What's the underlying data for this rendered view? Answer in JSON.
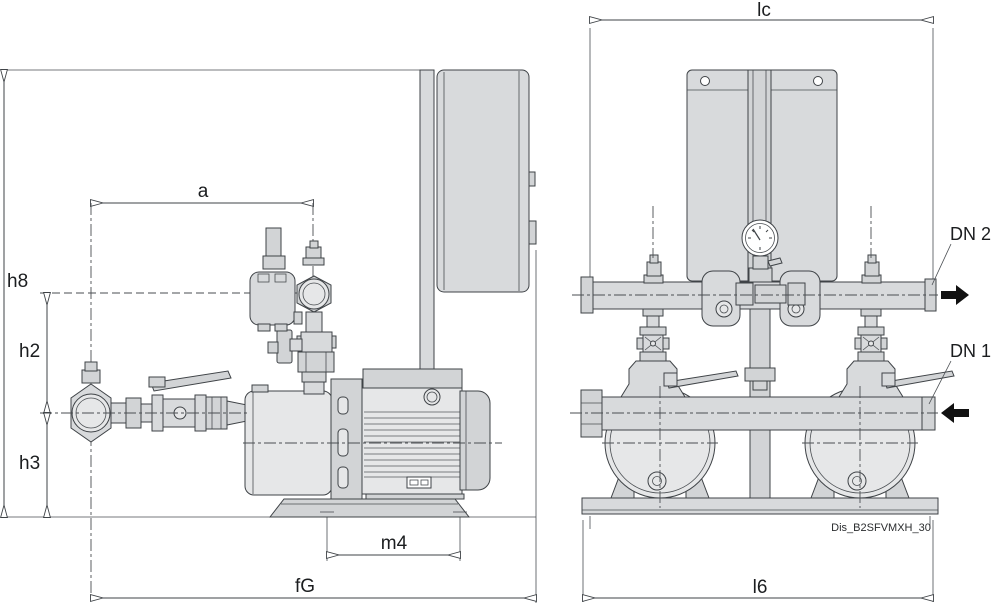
{
  "drawing": {
    "type": "pump-set dimensional drawing, two views",
    "code": "Dis_B2SFVMXH_30",
    "dimensions": {
      "h8": "h8",
      "h2": "h2",
      "h3": "h3",
      "a": "a",
      "m4": "m4",
      "fG": "fG",
      "lc": "lc",
      "l6": "l6"
    },
    "connections": {
      "discharge": "DN 2",
      "suction": "DN 1"
    },
    "colors": {
      "line": "#3f4347",
      "fill_light": "#e6e7e8",
      "fill_mid": "#d2d4d6",
      "arrow_black": "#111111",
      "background": "#ffffff"
    }
  }
}
